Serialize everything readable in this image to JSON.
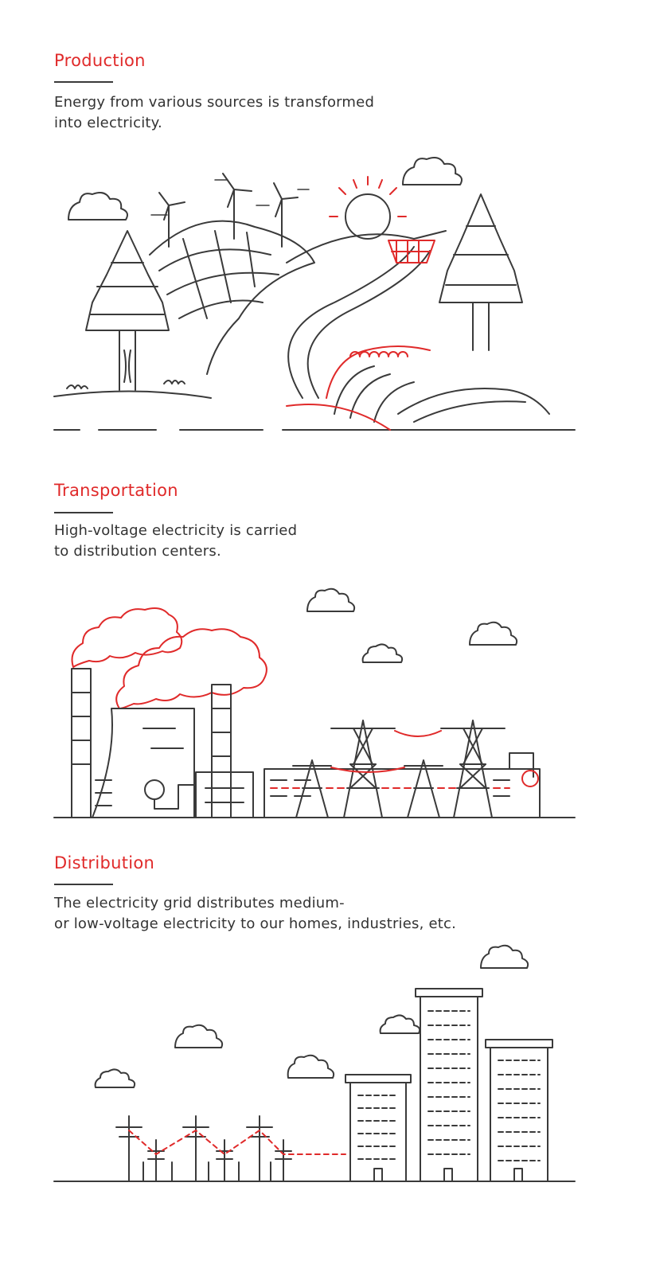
{
  "colors": {
    "accent": "#e02a2a",
    "ink": "#3a3a3a",
    "background": "#ffffff"
  },
  "sections": [
    {
      "title": "Production",
      "desc_line1": "Energy from various sources is transformed",
      "desc_line2": "into electricity."
    },
    {
      "title": "Transportation",
      "desc_line1": "High-voltage electricity is carried",
      "desc_line2": "to distribution centers."
    },
    {
      "title": "Distribution",
      "desc_line1": "The electricity grid distributes medium-",
      "desc_line2": "or low-voltage electricity to our homes, industries, etc."
    }
  ],
  "illustrations": {
    "production": [
      "wind-turbine-icon",
      "sun-icon",
      "tree-icon",
      "wave-icon",
      "cloud-icon",
      "hill-icon"
    ],
    "transportation": [
      "power-plant-icon",
      "smoke-cloud-icon",
      "transmission-tower-icon",
      "cloud-icon"
    ],
    "distribution": [
      "utility-pole-icon",
      "apartment-building-icon",
      "cloud-icon"
    ]
  }
}
